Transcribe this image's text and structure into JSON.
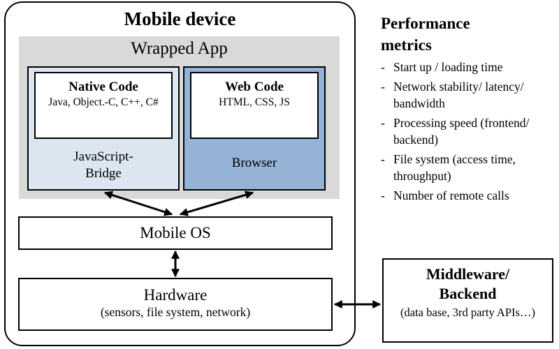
{
  "device": {
    "title": "Mobile device"
  },
  "wrapped": {
    "label": "Wrapped App"
  },
  "native": {
    "title": "Native Code",
    "subtitle": "Java, Object.-C, C++, C#",
    "container_line1": "JavaScript-",
    "container_line2": "Bridge"
  },
  "web": {
    "title": "Web Code",
    "subtitle": "HTML, CSS, JS",
    "container_label": "Browser"
  },
  "os": {
    "label": "Mobile OS"
  },
  "hardware": {
    "title": "Hardware",
    "subtitle": "(sensors, file system, network)"
  },
  "middleware": {
    "title_line1": "Middleware/",
    "title_line2": "Backend",
    "subtitle": "(data base, 3rd party APIs…)"
  },
  "metrics": {
    "title_line1": "Performance",
    "title_line2": "metrics",
    "dash": "-",
    "items": [
      "Start up / loading time",
      "Network stability/ latency/ bandwidth",
      "Processing speed (frontend/ backend)",
      "File system (access time, throughput)",
      "Number of remote calls"
    ]
  },
  "colors": {
    "wrapped_bg": "#d9d9d9",
    "native_bg": "#dce6f1",
    "web_bg": "#95b3d7",
    "stroke": "#000000"
  }
}
